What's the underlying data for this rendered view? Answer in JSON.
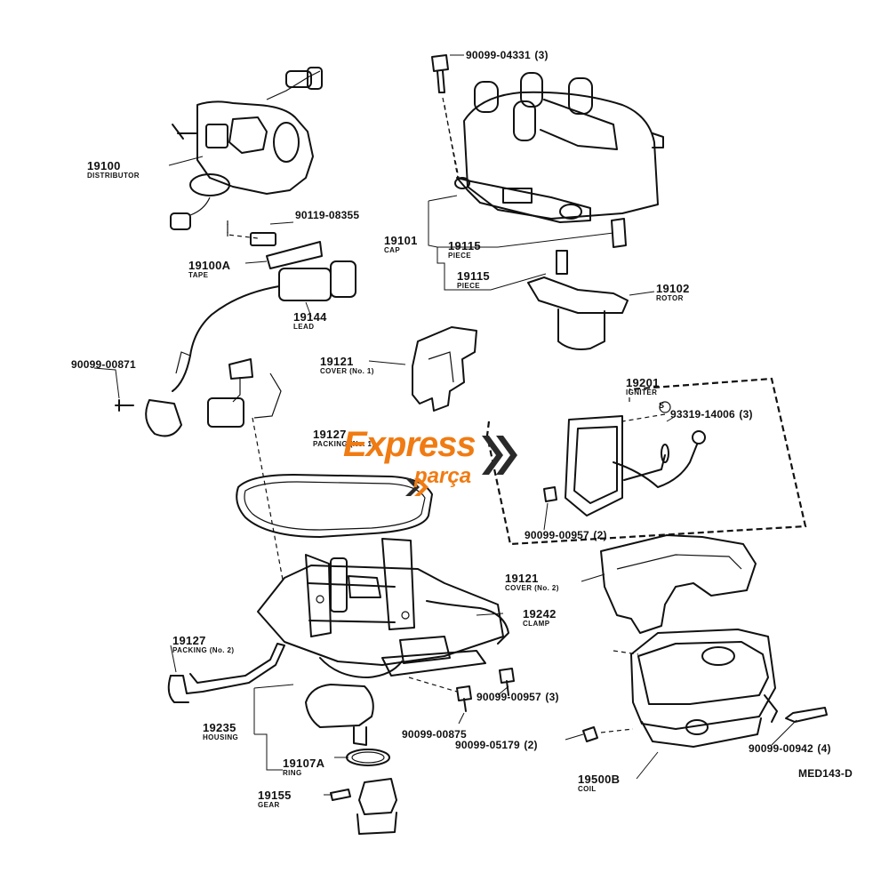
{
  "figure_code": "MED143-D",
  "brand": {
    "main": "Express",
    "sub": "parça",
    "color": "#f07b12"
  },
  "callouts": [
    {
      "id": "c1",
      "num": "90099-04331",
      "qty": "(3)",
      "caption": ""
    },
    {
      "id": "c2",
      "num": "19100",
      "caption": "DISTRIBUTOR"
    },
    {
      "id": "c3",
      "num": "90119-08355",
      "caption": ""
    },
    {
      "id": "c4",
      "num": "19101",
      "caption": "CAP"
    },
    {
      "id": "c5",
      "num": "19115",
      "caption": "PIECE"
    },
    {
      "id": "c6",
      "num": "19115",
      "caption": "PIECE"
    },
    {
      "id": "c7",
      "num": "19100A",
      "caption": "TAPE"
    },
    {
      "id": "c8",
      "num": "19144",
      "caption": "LEAD"
    },
    {
      "id": "c9",
      "num": "19102",
      "caption": "ROTOR"
    },
    {
      "id": "c10",
      "num": "90099-00871",
      "caption": ""
    },
    {
      "id": "c11",
      "num": "19121",
      "caption": "COVER (No. 1)"
    },
    {
      "id": "c12",
      "num": "19201",
      "caption": "IGNITER"
    },
    {
      "id": "c13",
      "num": "93319-14006",
      "qty": "(3)",
      "caption": ""
    },
    {
      "id": "c14",
      "num": "19127",
      "caption": "PACKING (No. 1)"
    },
    {
      "id": "c15",
      "num": "90099-00957",
      "qty": "(2)",
      "caption": ""
    },
    {
      "id": "c16",
      "num": "19121",
      "caption": "COVER (No. 2)"
    },
    {
      "id": "c17",
      "num": "19242",
      "caption": "CLAMP"
    },
    {
      "id": "c18",
      "num": "19127",
      "caption": "PACKING (No. 2)"
    },
    {
      "id": "c19",
      "num": "90099-00957",
      "qty": "(3)",
      "caption": ""
    },
    {
      "id": "c20",
      "num": "19235",
      "caption": "HOUSING"
    },
    {
      "id": "c21",
      "num": "90099-00875",
      "caption": ""
    },
    {
      "id": "c22",
      "num": "90099-05179",
      "qty": "(2)",
      "caption": ""
    },
    {
      "id": "c23",
      "num": "90099-00942",
      "qty": "(4)",
      "caption": ""
    },
    {
      "id": "c24",
      "num": "19107A",
      "caption": "RING"
    },
    {
      "id": "c25",
      "num": "19500B",
      "caption": "COIL"
    },
    {
      "id": "c26",
      "num": "19155",
      "caption": "GEAR"
    }
  ],
  "marker_symbol": "S"
}
